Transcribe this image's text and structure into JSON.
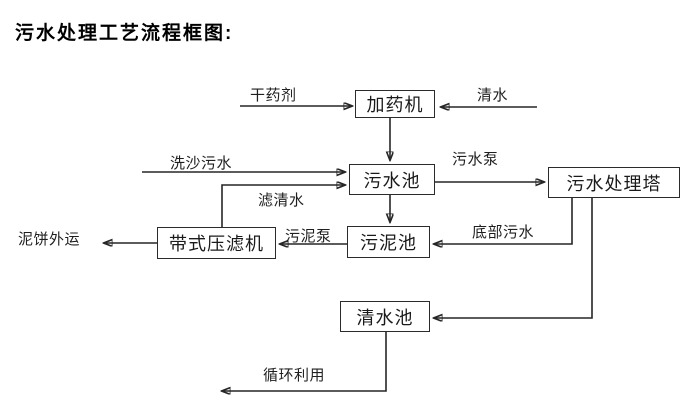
{
  "title": "污水处理工艺流程框图:",
  "diagram": {
    "nodes": [
      {
        "id": "dosing-machine",
        "label": "加药机"
      },
      {
        "id": "sewage-pool",
        "label": "污水池"
      },
      {
        "id": "sewage-treatment-tower",
        "label": "污水处理塔"
      },
      {
        "id": "belt-filter-press",
        "label": "带式压滤机"
      },
      {
        "id": "sludge-pool",
        "label": "污泥池"
      },
      {
        "id": "clean-water-pool",
        "label": "清水池"
      }
    ],
    "flow_labels": [
      {
        "id": "dry-chemical",
        "text": "干药剂"
      },
      {
        "id": "clean-water",
        "text": "清水"
      },
      {
        "id": "sand-washing-sewage",
        "text": "洗沙污水"
      },
      {
        "id": "sewage-pump",
        "text": "污水泵"
      },
      {
        "id": "filtered-water",
        "text": "滤清水"
      },
      {
        "id": "sludge-pump",
        "text": "污泥泵"
      },
      {
        "id": "bottom-sewage",
        "text": "底部污水"
      },
      {
        "id": "mud-cake-outbound",
        "text": "泥饼外运"
      },
      {
        "id": "recycling",
        "text": "循环利用"
      }
    ],
    "colors": {
      "background": "#ffffff",
      "line": "#262626",
      "text": "#1a1a1a"
    }
  }
}
